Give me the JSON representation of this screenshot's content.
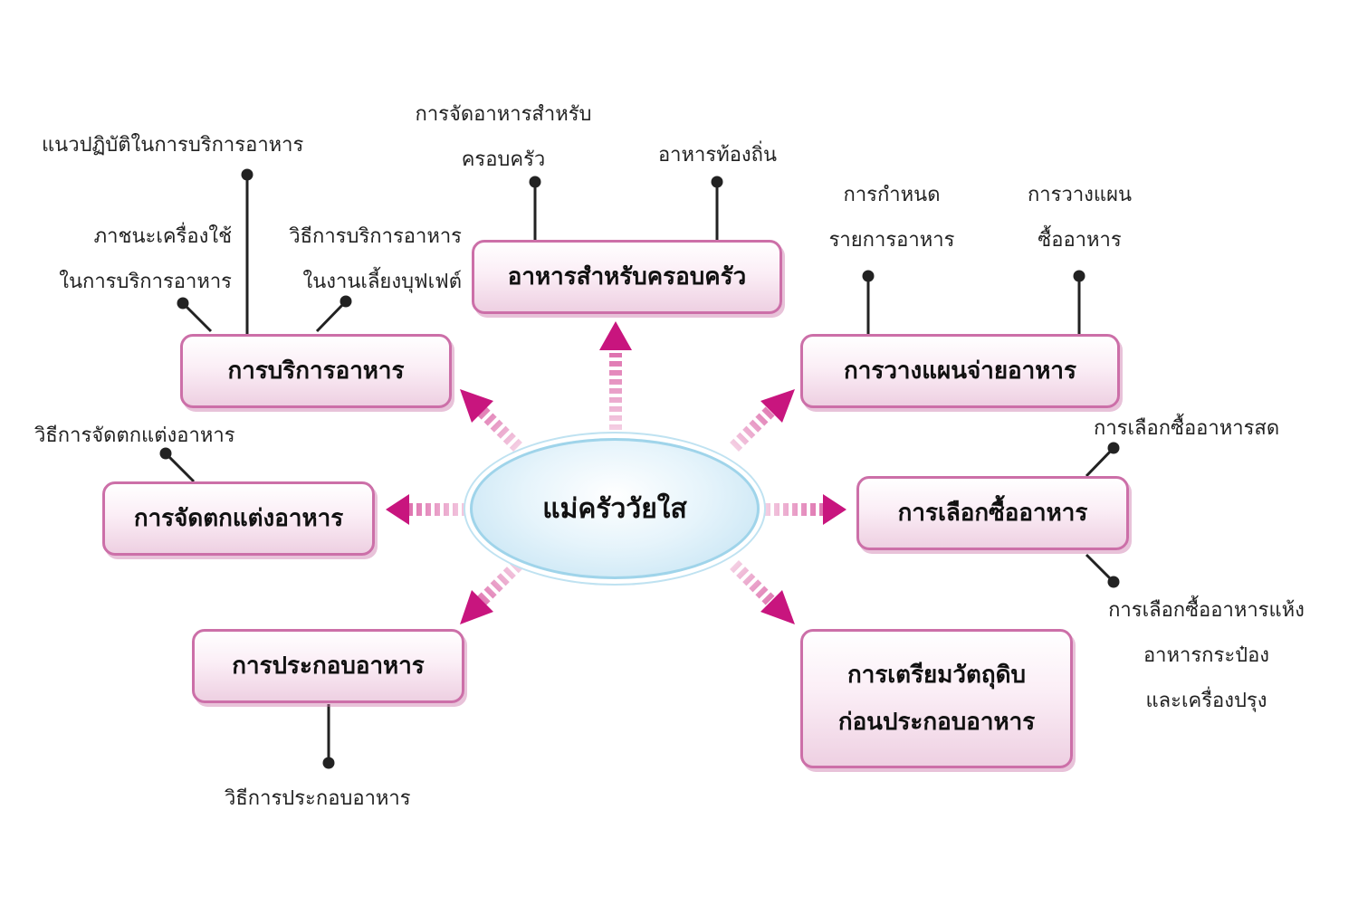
{
  "center": {
    "label": "แม่ครัววัยใส"
  },
  "topics": {
    "family_food": {
      "label": "อาหารสำหรับครอบครัว",
      "subs": [
        "การจัดอาหารสำหรับ\nครอบครัว",
        "อาหารท้องถิ่น"
      ]
    },
    "serving": {
      "label": "การบริการอาหาร",
      "subs": [
        "แนวปฏิบัติในการบริการอาหาร",
        "ภาชนะเครื่องใช้\nในการบริการอาหาร",
        "วิธีการบริการอาหาร\nในงานเลี้ยงบุฟเฟต์"
      ]
    },
    "planning": {
      "label": "การวางแผนจ่ายอาหาร",
      "subs": [
        "การกำหนด\nรายการอาหาร",
        "การวางแผน\nซื้ออาหาร"
      ]
    },
    "decorating": {
      "label": "การจัดตกแต่งอาหาร",
      "subs": [
        "วิธีการจัดตกแต่งอาหาร"
      ]
    },
    "buying": {
      "label": "การเลือกซื้ออาหาร",
      "subs": [
        "การเลือกซื้ออาหารสด",
        "การเลือกซื้ออาหารแห้ง\nอาหารกระป๋อง\nและเครื่องปรุง"
      ]
    },
    "cooking": {
      "label": "การประกอบอาหาร",
      "subs": [
        "วิธีการประกอบอาหาร"
      ]
    },
    "prep": {
      "label": "การเตรียมวัตถุดิบ\nก่อนประกอบอาหาร"
    }
  },
  "colors": {
    "accent": "#c8157e",
    "node_border": "#cc6fa8",
    "center_border": "#9fd4ea",
    "connector": "#222222"
  }
}
